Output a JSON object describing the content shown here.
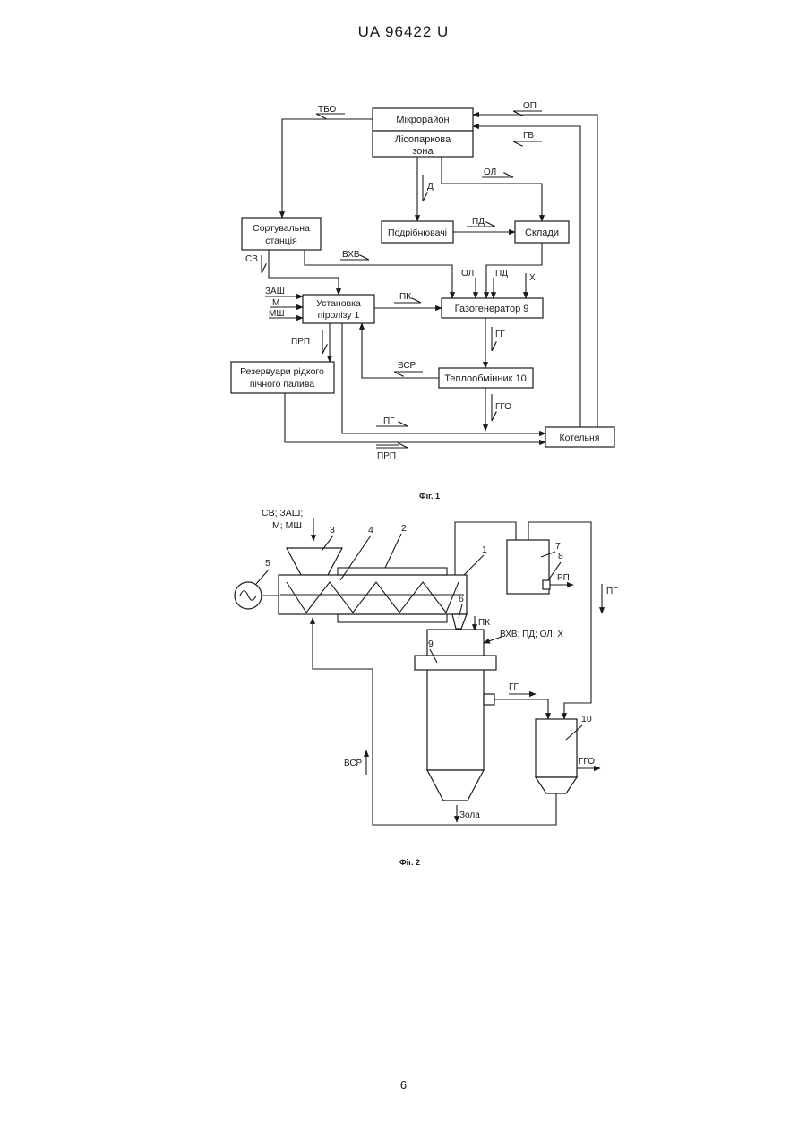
{
  "header": {
    "doc_id": "UA   96422   U"
  },
  "page_number": "6",
  "fig1": {
    "caption": "Фіг. 1",
    "boxes": {
      "mikrorajon": "Мікрорайон",
      "lisopark_1": "Лісопаркова",
      "lisopark_2": "зона",
      "sortuv_1": "Сортувальна",
      "sortuv_2": "станція",
      "podribn": "Подрібнювачі",
      "sklady": "Склади",
      "ustanovka_1": "Установка",
      "ustanovka_2": "піролізу 1",
      "gazogen": "Газогенератор 9",
      "rezerv_1": "Резервуари рідкого",
      "rezerv_2": "пічного палива",
      "teplo": "Теплообмінник 10",
      "kotelnya": "Котельня"
    },
    "flows": {
      "tbo": "ТБО",
      "op": "ОП",
      "gv": "ГВ",
      "d": "Д",
      "ol": "ОЛ",
      "pd": "ПД",
      "sv": "СВ",
      "bxv": "ВХВ",
      "ol2": "ОЛ",
      "pd2": "ПД",
      "x": "Х",
      "zash": "ЗАШ",
      "m": "М",
      "msh": "МШ",
      "pk": "ПК",
      "prp": "ПРП",
      "gg": "ГГ",
      "bcp": "ВСР",
      "ggo": "ГГО",
      "pg": "ПГ",
      "prp2": "ПРП"
    }
  },
  "fig2": {
    "caption": "Фіг. 2",
    "input_1": "СВ; ЗАШ;",
    "input_2": "М; МШ",
    "numbers": [
      "1",
      "2",
      "3",
      "4",
      "5",
      "6",
      "7",
      "8",
      "9",
      "10"
    ],
    "flows": {
      "rp": "РП",
      "pg": "ПГ",
      "pk": "ПК",
      "gasifier_in": "ВХВ; ПД; ОЛ; Х",
      "gg": "ГГ",
      "ggo": "ГГО",
      "bcp": "ВСР",
      "zola": "Зола"
    }
  }
}
